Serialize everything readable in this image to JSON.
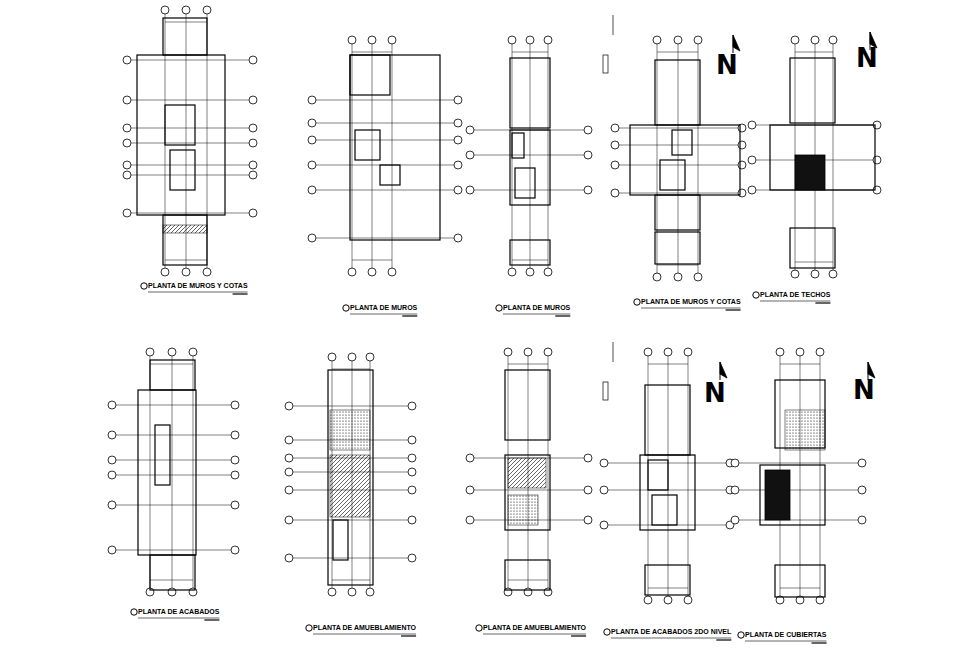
{
  "diagram": {
    "labels": [
      "PLANTA DE MUROS Y COTAS",
      "PLANTA DE MUROS",
      "PLANTA DE MUROS",
      "PLANTA DE MUROS Y COTAS",
      "PLANTA DE TECHOS",
      "PLANTA DE ACABADOS",
      "PLANTA DE AMUEBLAMIENTO",
      "PLANTA DE AMUEBLAMIENTO",
      "PLANTA DE ACABADOS 2DO NIVEL",
      "PLANTA DE CUBIERTAS",
      "N",
      "N",
      "N",
      "N"
    ]
  }
}
